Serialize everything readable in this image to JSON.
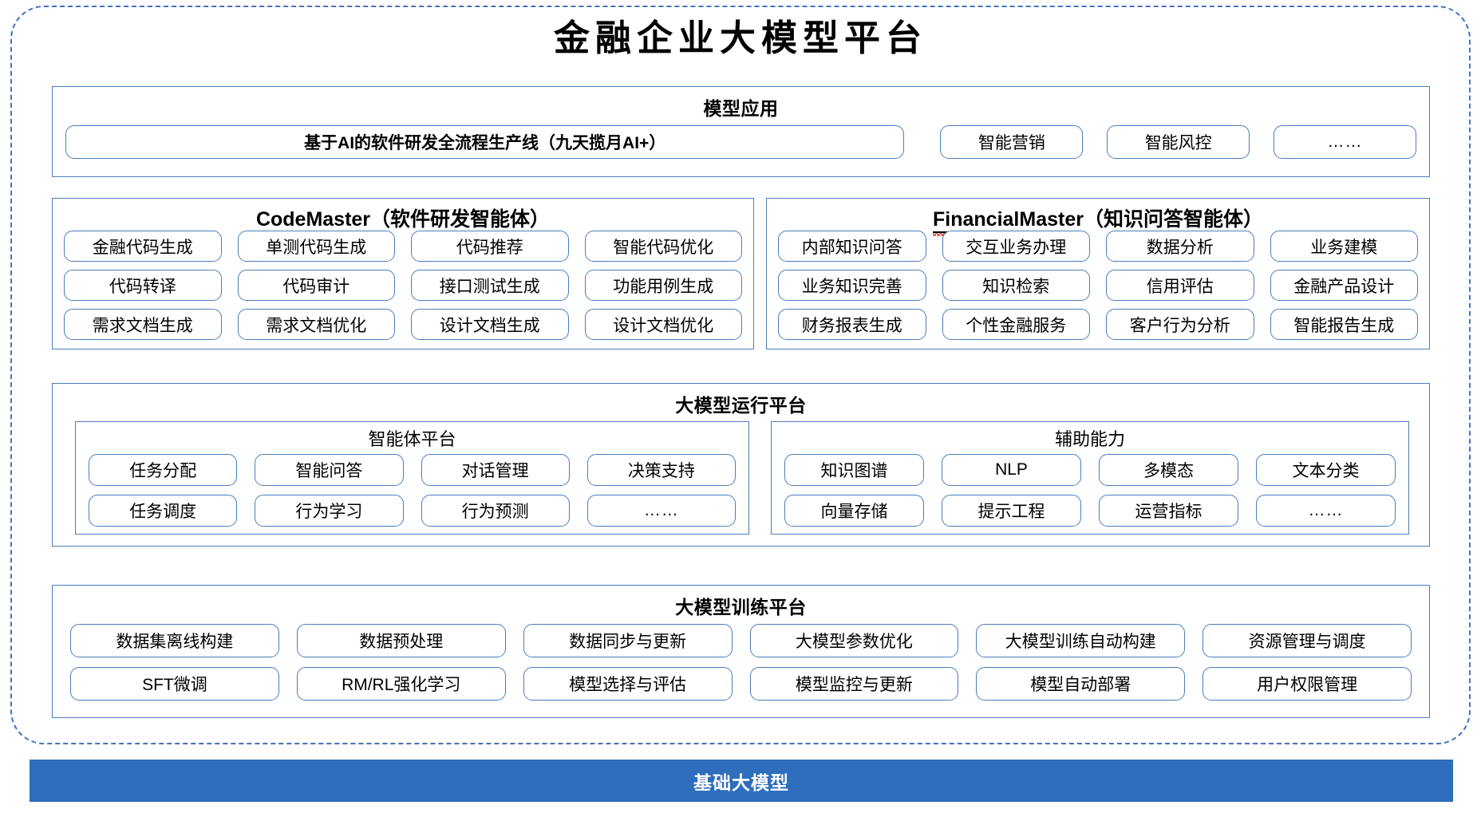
{
  "title": "金融企业大模型平台",
  "app_section": {
    "title": "模型应用",
    "main_chip": "基于AI的软件研发全流程生产线（九天揽月AI+）",
    "chips": [
      "智能营销",
      "智能风控",
      "……"
    ]
  },
  "agents": {
    "codemaster": {
      "name": "CodeMaster",
      "suffix": "（软件研发智能体）",
      "chips": [
        "金融代码生成",
        "单测代码生成",
        "代码推荐",
        "智能代码优化",
        "代码转译",
        "代码审计",
        "接口测试生成",
        "功能用例生成",
        "需求文档生成",
        "需求文档优化",
        "设计文档生成",
        "设计文档优化"
      ]
    },
    "financialmaster": {
      "name": "FinancialMaster",
      "suffix": "（知识问答智能体）",
      "chips": [
        "内部知识问答",
        "交互业务办理",
        "数据分析",
        "业务建模",
        "业务知识完善",
        "知识检索",
        "信用评估",
        "金融产品设计",
        "财务报表生成",
        "个性金融服务",
        "客户行为分析",
        "智能报告生成"
      ]
    }
  },
  "runtime_section": {
    "title": "大模型运行平台",
    "agent_platform": {
      "title": "智能体平台",
      "chips": [
        "任务分配",
        "智能问答",
        "对话管理",
        "决策支持",
        "任务调度",
        "行为学习",
        "行为预测",
        "……"
      ]
    },
    "aux_capability": {
      "title": "辅助能力",
      "chips": [
        "知识图谱",
        "NLP",
        "多模态",
        "文本分类",
        "向量存储",
        "提示工程",
        "运营指标",
        "……"
      ]
    }
  },
  "training_section": {
    "title": "大模型训练平台",
    "chips": [
      "数据集离线构建",
      "数据预处理",
      "数据同步与更新",
      "大模型参数优化",
      "大模型训练自动构建",
      "资源管理与调度",
      "SFT微调",
      "RM/RL强化学习",
      "模型选择与评估",
      "模型监控与更新",
      "模型自动部署",
      "用户权限管理"
    ]
  },
  "foundation_bar": {
    "label": "基础大模型"
  },
  "colors": {
    "frame_blue": "#4472C4",
    "box_blue": "#4A7EBB",
    "bar_blue": "#2E6EBC",
    "spell_red": "#E8453C"
  }
}
